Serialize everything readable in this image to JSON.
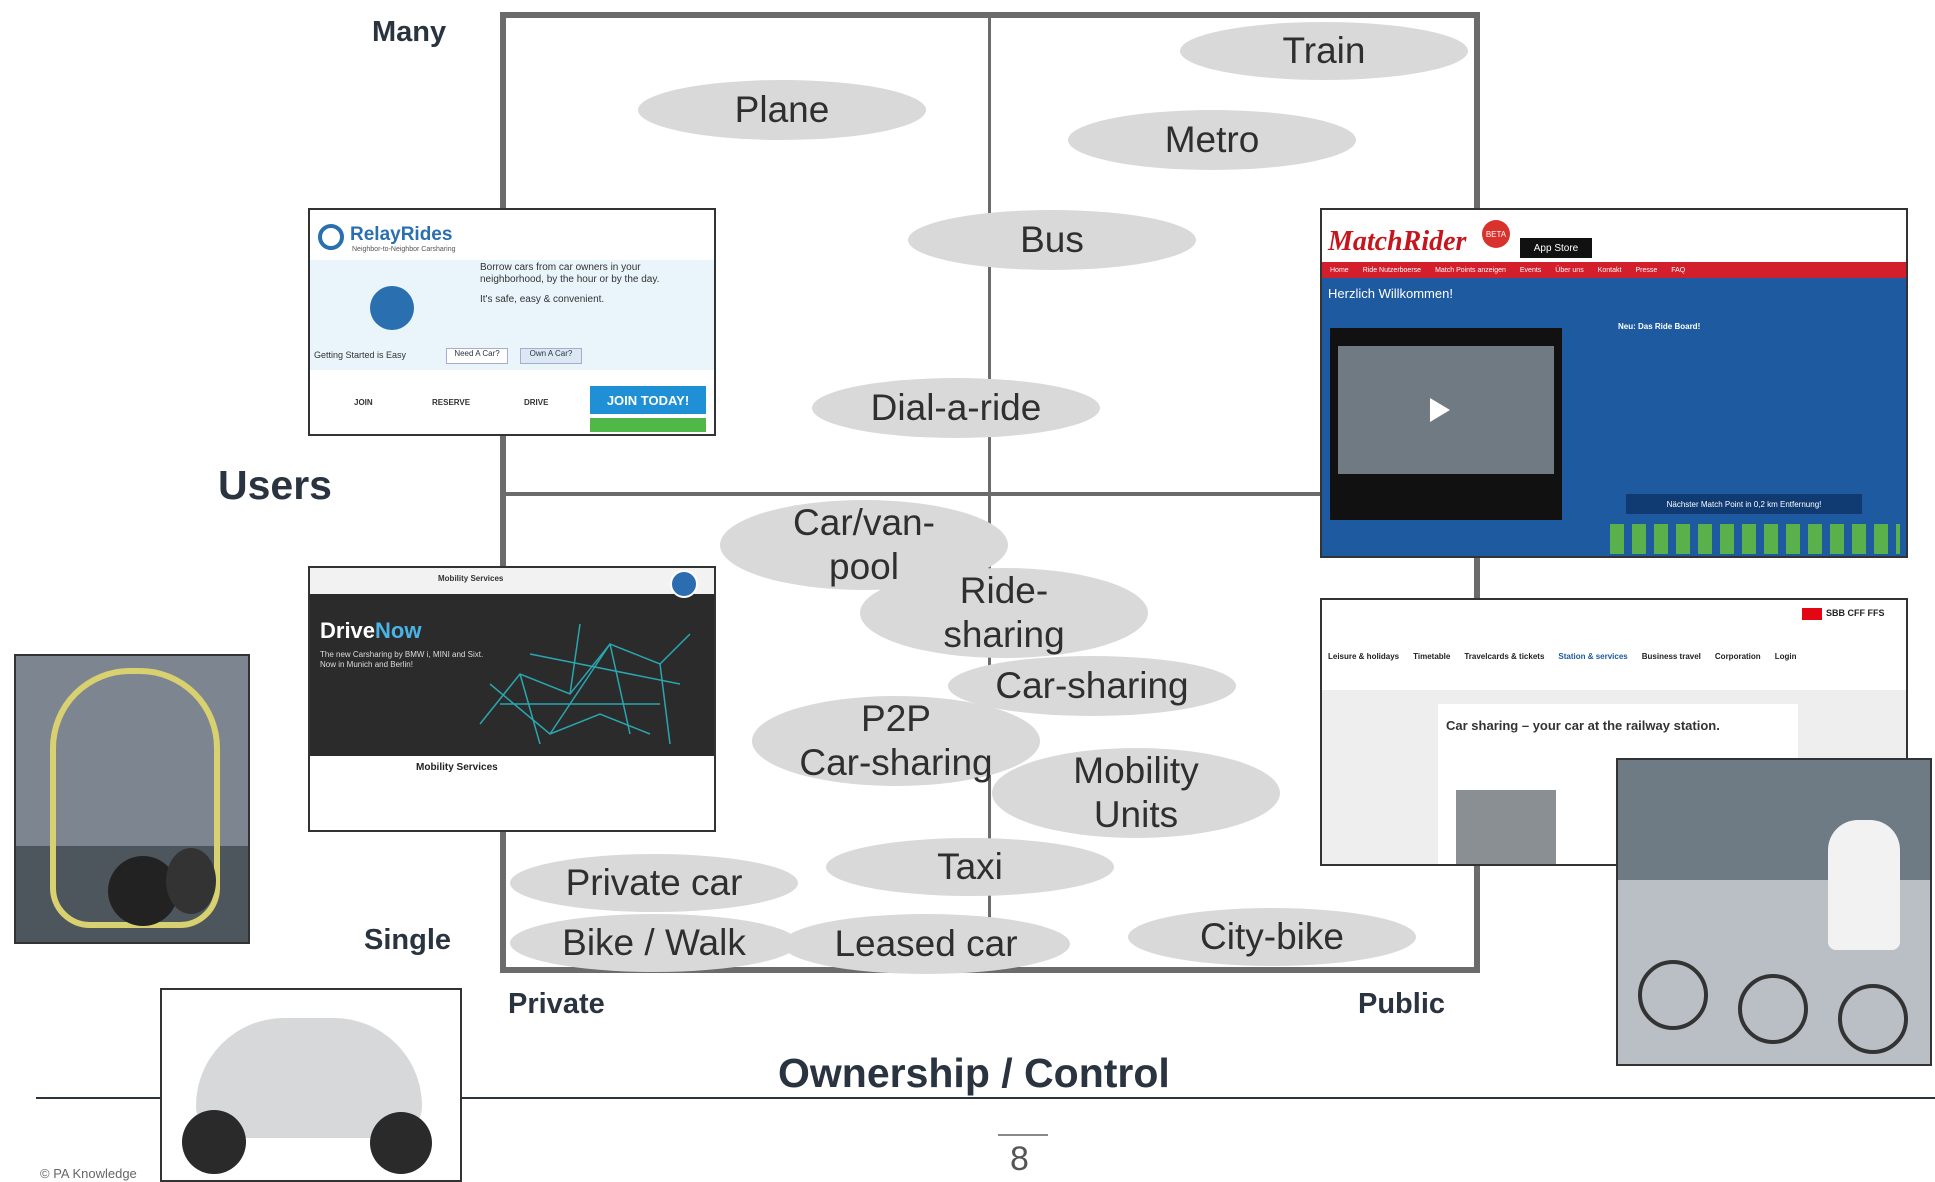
{
  "axes": {
    "y_top": "Many",
    "y_bottom": "Single",
    "y_title": "Users",
    "x_left": "Private",
    "x_right": "Public",
    "x_title": "Ownership / Control"
  },
  "bubbles": {
    "train": "Train",
    "plane": "Plane",
    "metro": "Metro",
    "bus": "Bus",
    "dial_a_ride": "Dial-a-ride",
    "car_van_pool": "Car/van-\npool",
    "ride_sharing": "Ride-\nsharing",
    "car_sharing": "Car-sharing",
    "p2p_car_sharing": "P2P\nCar-sharing",
    "mobility_units": "Mobility\nUnits",
    "taxi": "Taxi",
    "private_car": "Private car",
    "bike_walk": "Bike / Walk",
    "leased_car": "Leased car",
    "city_bike": "City-bike"
  },
  "screenshots": {
    "relayrides": {
      "logo": "RelayRides",
      "tagline": "Neighbor-to-Neighbor Carsharing",
      "headline": "Borrow cars from car owners in your neighborhood, by the hour or by the day.",
      "subline": "It's safe, easy & convenient.",
      "section": "Getting Started is Easy",
      "tab1": "Need A Car?",
      "tab2": "Own A Car?",
      "step1": "JOIN",
      "step2": "RESERVE",
      "step3": "DRIVE",
      "cta": "JOIN TODAY!"
    },
    "drivenow": {
      "logo_a": "Drive",
      "logo_b": "Now",
      "intro": "The new Carsharing by BMW i, MINI and Sixt. Now in Munich and Berlin!",
      "nav": "Mobility Services",
      "section": "Mobility Services"
    },
    "matchrider": {
      "logo": "MatchRider",
      "badge": "BETA",
      "appstore": "App Store",
      "nav": [
        "Home",
        "Ride Nutzerboerse",
        "Match Points anzeigen",
        "Events",
        "Über uns",
        "Kontakt",
        "Presse",
        "FAQ"
      ],
      "welcome": "Herzlich Willkommen!",
      "news_title": "Neu: Das Ride Board!",
      "match_bar": "Nächster Match Point in 0,2 km Entfernung!"
    },
    "sbb": {
      "brand": "SBB CFF FFS",
      "menu": [
        "Leisure & holidays",
        "Timetable",
        "Travelcards & tickets",
        "Station & services",
        "Business travel",
        "Corporation",
        "Login"
      ],
      "headline": "Car sharing – your car at the railway station."
    }
  },
  "footer": {
    "copyright": "© PA Knowledge",
    "page_number": "8"
  }
}
